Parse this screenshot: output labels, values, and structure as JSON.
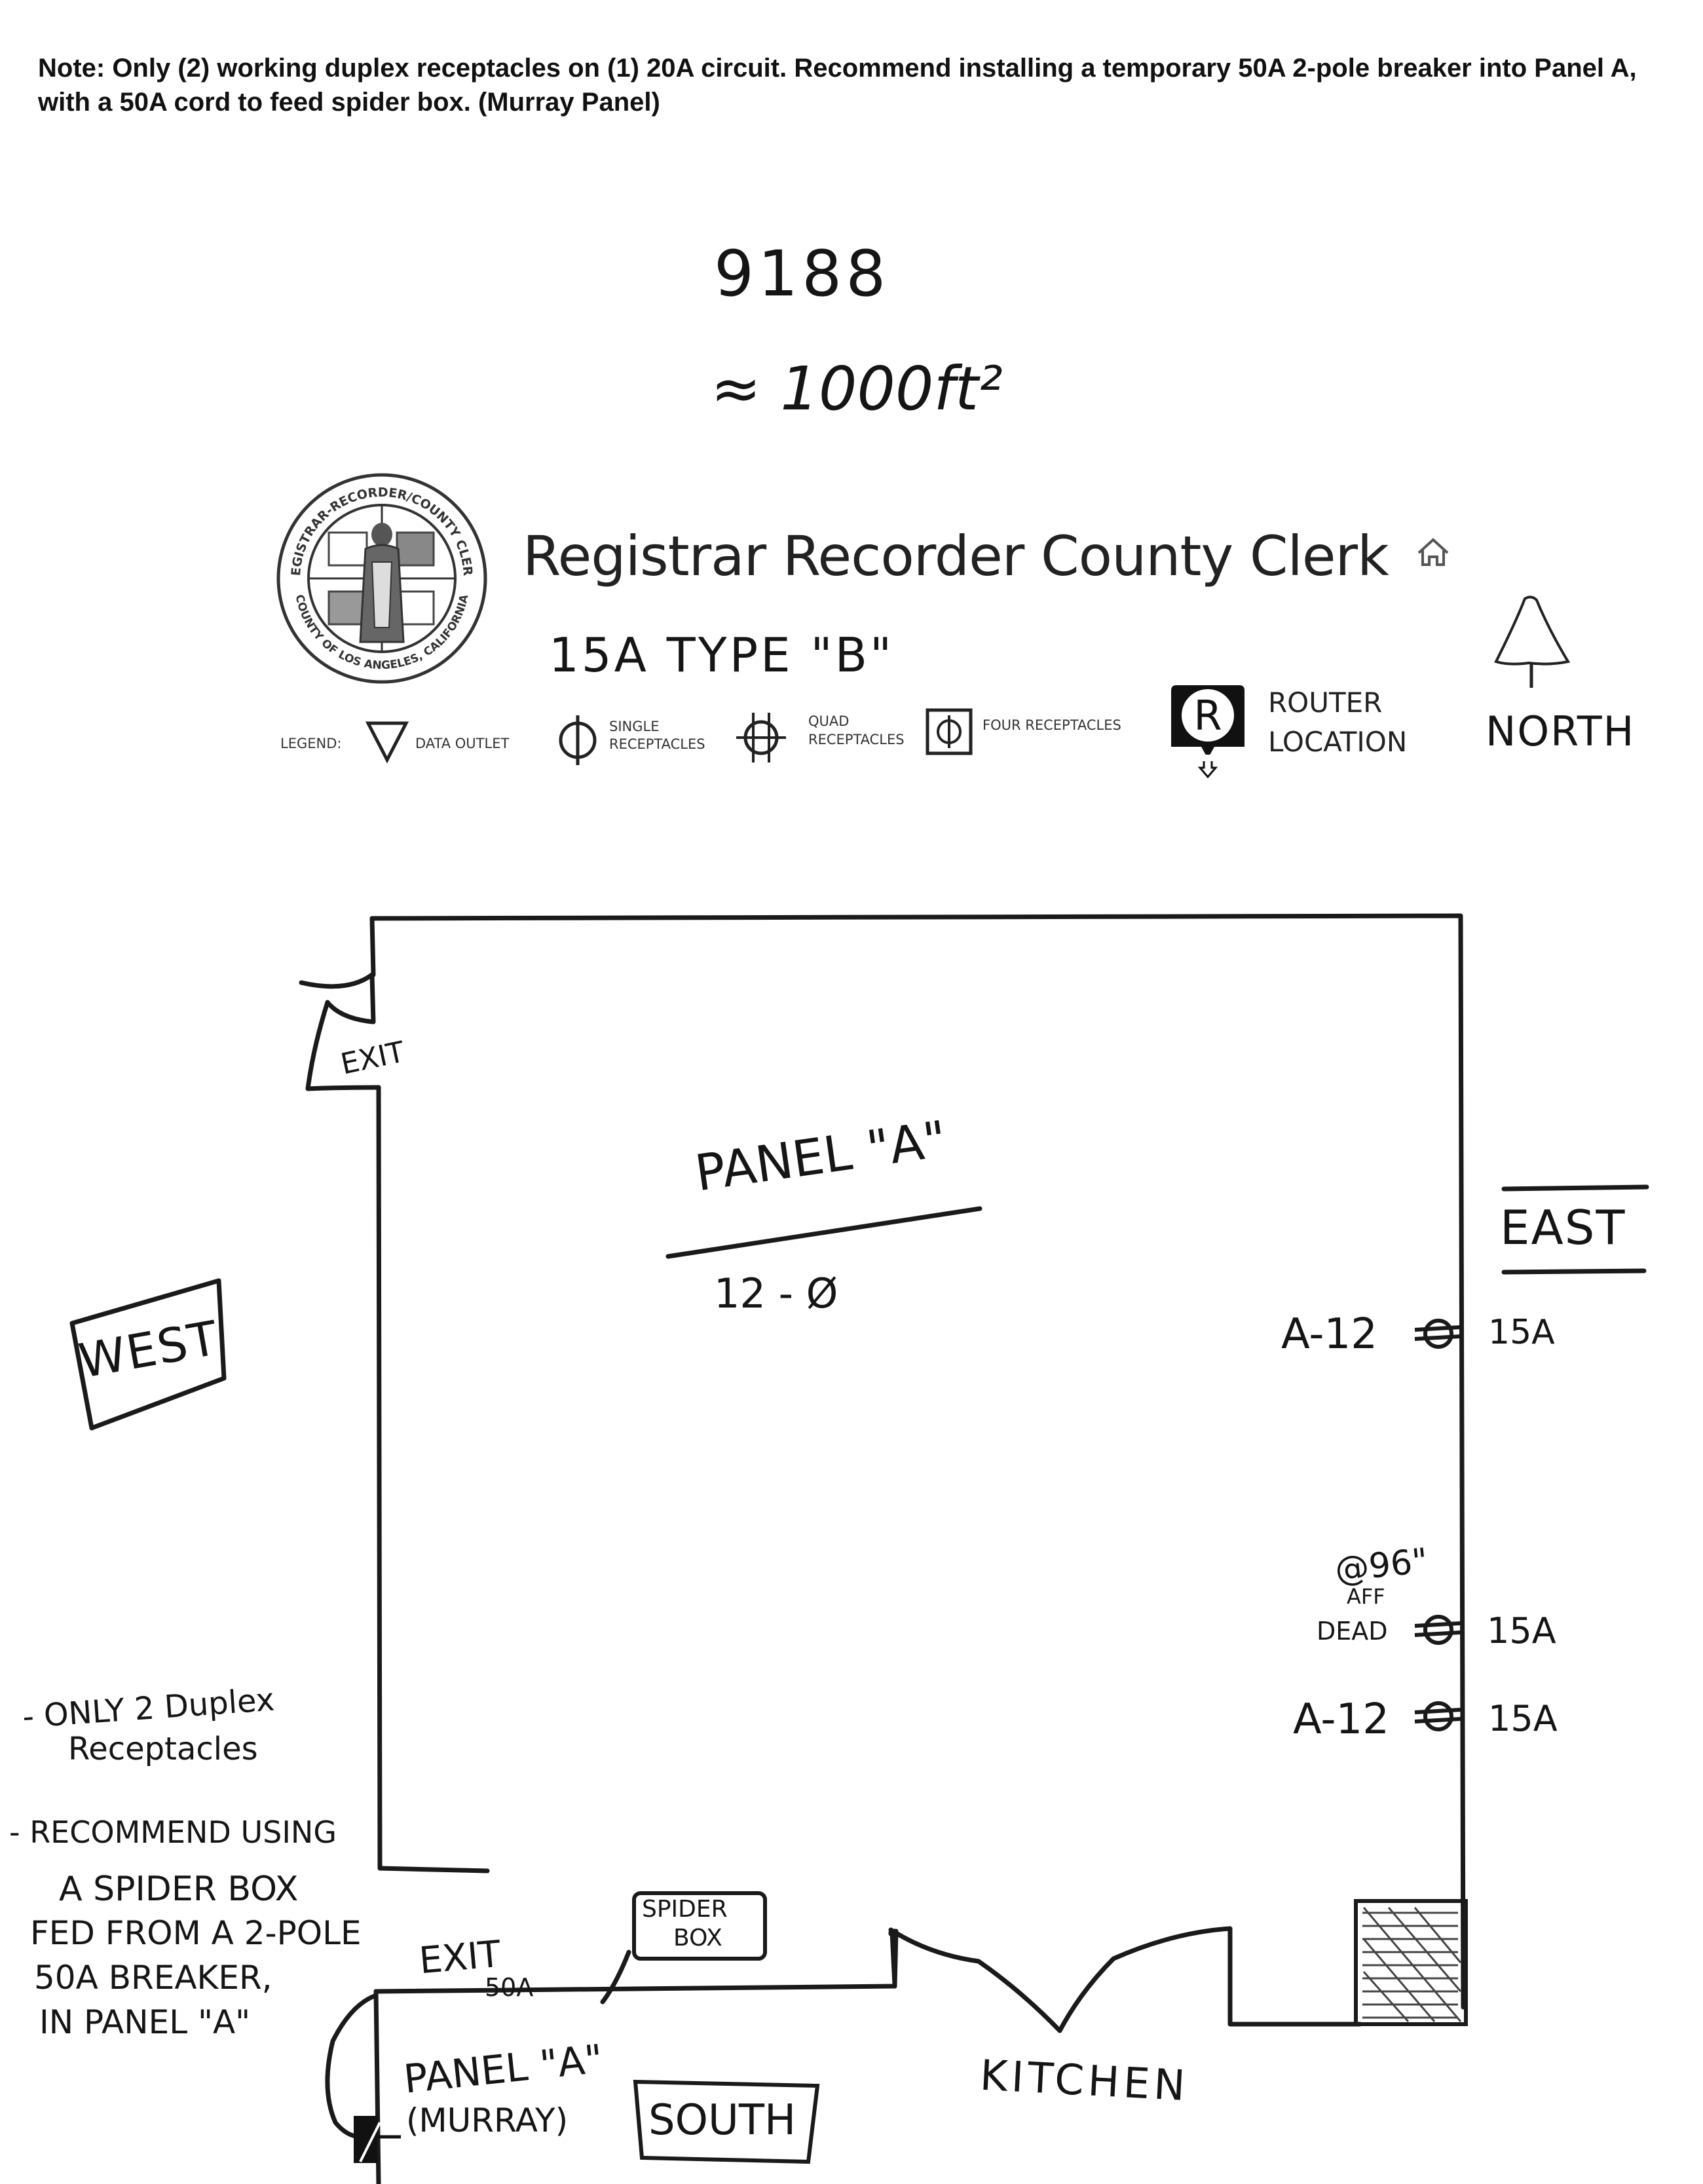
{
  "note": "Note: Only (2) working duplex receptacles on (1) 20A circuit. Recommend installing a temporary 50A 2-pole breaker into Panel A, with a 50A cord to feed spider box. (Murray Panel)",
  "handwritten_top": {
    "number": "9188",
    "area": "≈ 1000ft²"
  },
  "header": {
    "seal_ring_top": "REGISTRAR-RECORDER/COUNTY CLERK",
    "seal_ring_bottom": "COUNTY OF LOS ANGELES, CALIFORNIA",
    "title": "Registrar Recorder County Clerk",
    "type_note": "15A TYPE \"B\""
  },
  "legend": {
    "label": "LEGEND:",
    "data_outlet": "DATA OUTLET",
    "single_1": "SINGLE",
    "single_2": "RECEPTACLES",
    "quad_1": "QUAD",
    "quad_2": "RECEPTACLES",
    "four": "FOUR RECEPTACLES",
    "router_letter": "R",
    "router_1": "ROUTER",
    "router_2": "LOCATION",
    "north": "NORTH"
  },
  "plan": {
    "exit_top": "EXIT",
    "panel_a": "PANEL \"A\"",
    "panel_a_size": "12 - Ø",
    "east": "EAST",
    "west": "WEST",
    "rec1_circuit": "A-12",
    "rec1_rating": "15A",
    "height_note": "@96\"",
    "height_note_2": "AFF",
    "rec2_status": "DEAD",
    "rec2_rating": "15A",
    "rec3_circuit": "A-12",
    "rec3_rating": "15A",
    "side_note_1a": "- ONLY 2 Duplex",
    "side_note_1b": "Receptacles",
    "side_note_2a": "- RECOMMEND USING",
    "side_note_2b": "A SPIDER BOX",
    "side_note_2c": "FED FROM A 2-POLE",
    "side_note_2d": "50A BREAKER,",
    "side_note_2e": "IN PANEL \"A\"",
    "spider_1": "SPIDER",
    "spider_2": "BOX",
    "exit_bottom": "EXIT",
    "cord": "50A",
    "murray_1": "PANEL \"A\"",
    "murray_2": "(MURRAY)",
    "south": "SOUTH",
    "kitchen": "KITCHEN"
  }
}
